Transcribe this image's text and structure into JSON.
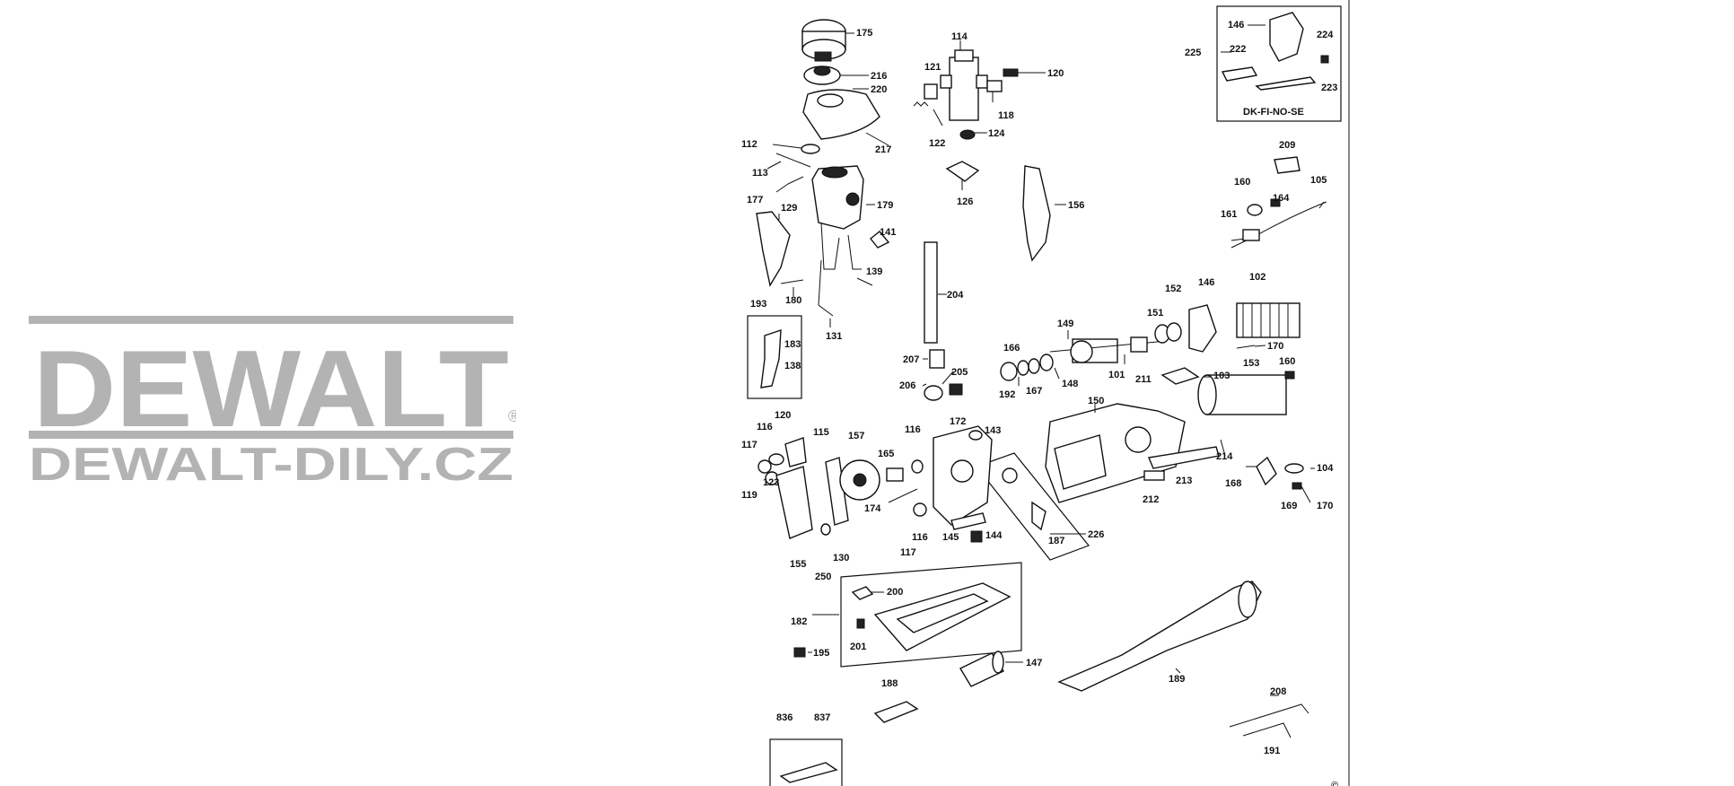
{
  "watermark": {
    "brand": "DEWALT",
    "registered_mark": "®",
    "site": "DEWALT-DILY.CZ",
    "color": "#b3b3b3"
  },
  "diagram": {
    "labels": [
      "175",
      "114",
      "216",
      "220",
      "121",
      "120",
      "118",
      "217",
      "112",
      "122",
      "124",
      "113",
      "179",
      "126",
      "177",
      "129",
      "156",
      "141",
      "139",
      "180",
      "131",
      "204",
      "193",
      "183",
      "138",
      "207",
      "205",
      "206",
      "149",
      "151",
      "152",
      "146",
      "102",
      "166",
      "101",
      "192",
      "167",
      "148",
      "211",
      "103",
      "153",
      "160",
      "150",
      "120",
      "116",
      "115",
      "157",
      "172",
      "143",
      "117",
      "119",
      "123",
      "165",
      "174",
      "130",
      "155",
      "250",
      "144",
      "145",
      "187",
      "226",
      "214",
      "104",
      "213",
      "168",
      "169",
      "170",
      "212",
      "200",
      "182",
      "201",
      "195",
      "188",
      "147",
      "189",
      "836",
      "837",
      "208",
      "191",
      "146",
      "222",
      "224",
      "223",
      "225",
      "209",
      "160",
      "105",
      "161",
      "164",
      "170",
      "116",
      "117",
      "116"
    ],
    "kit_box_caption": "DK-FI-NO-SE",
    "copyright": "©"
  }
}
